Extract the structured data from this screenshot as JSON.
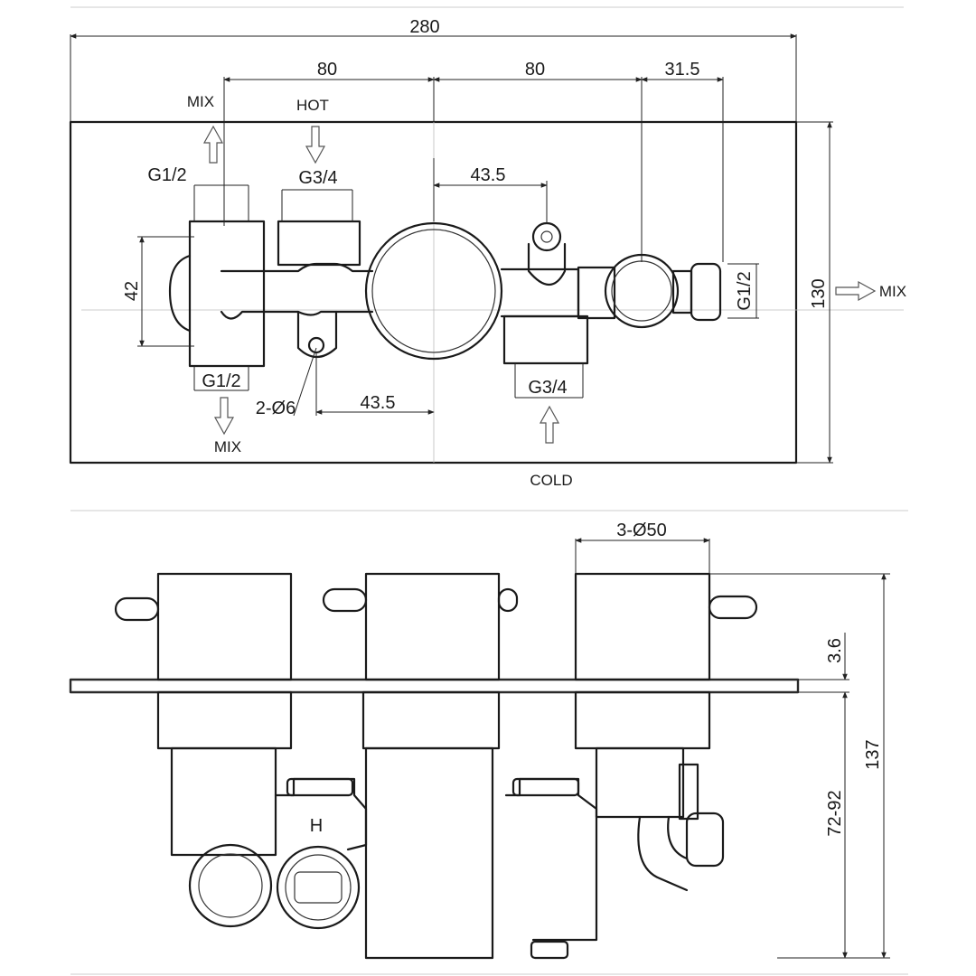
{
  "front_view": {
    "dims": {
      "overall_width": "280",
      "spacing_left": "80",
      "spacing_right": "80",
      "outlet_offset": "31.5",
      "inlet_offset_upper": "43.5",
      "inlet_offset_lower": "43.5",
      "plate_height": "130",
      "body_height": "42"
    },
    "threads": {
      "top_left": "G1/2",
      "top_hot": "G3/4",
      "bottom_left": "G1/2",
      "bottom_cold": "G3/4",
      "right_outlet": "G1/2"
    },
    "holes": "2-Ø6",
    "flows": {
      "mix_top": "MIX",
      "hot": "HOT",
      "mix_bottom": "MIX",
      "cold": "COLD",
      "mix_right": "MIX"
    }
  },
  "side_view": {
    "dims": {
      "handle_diameter": "3-Ø50",
      "plate_thickness": "3.6",
      "overall_depth": "137",
      "wall_depth": "72-92"
    },
    "marking": "H"
  }
}
